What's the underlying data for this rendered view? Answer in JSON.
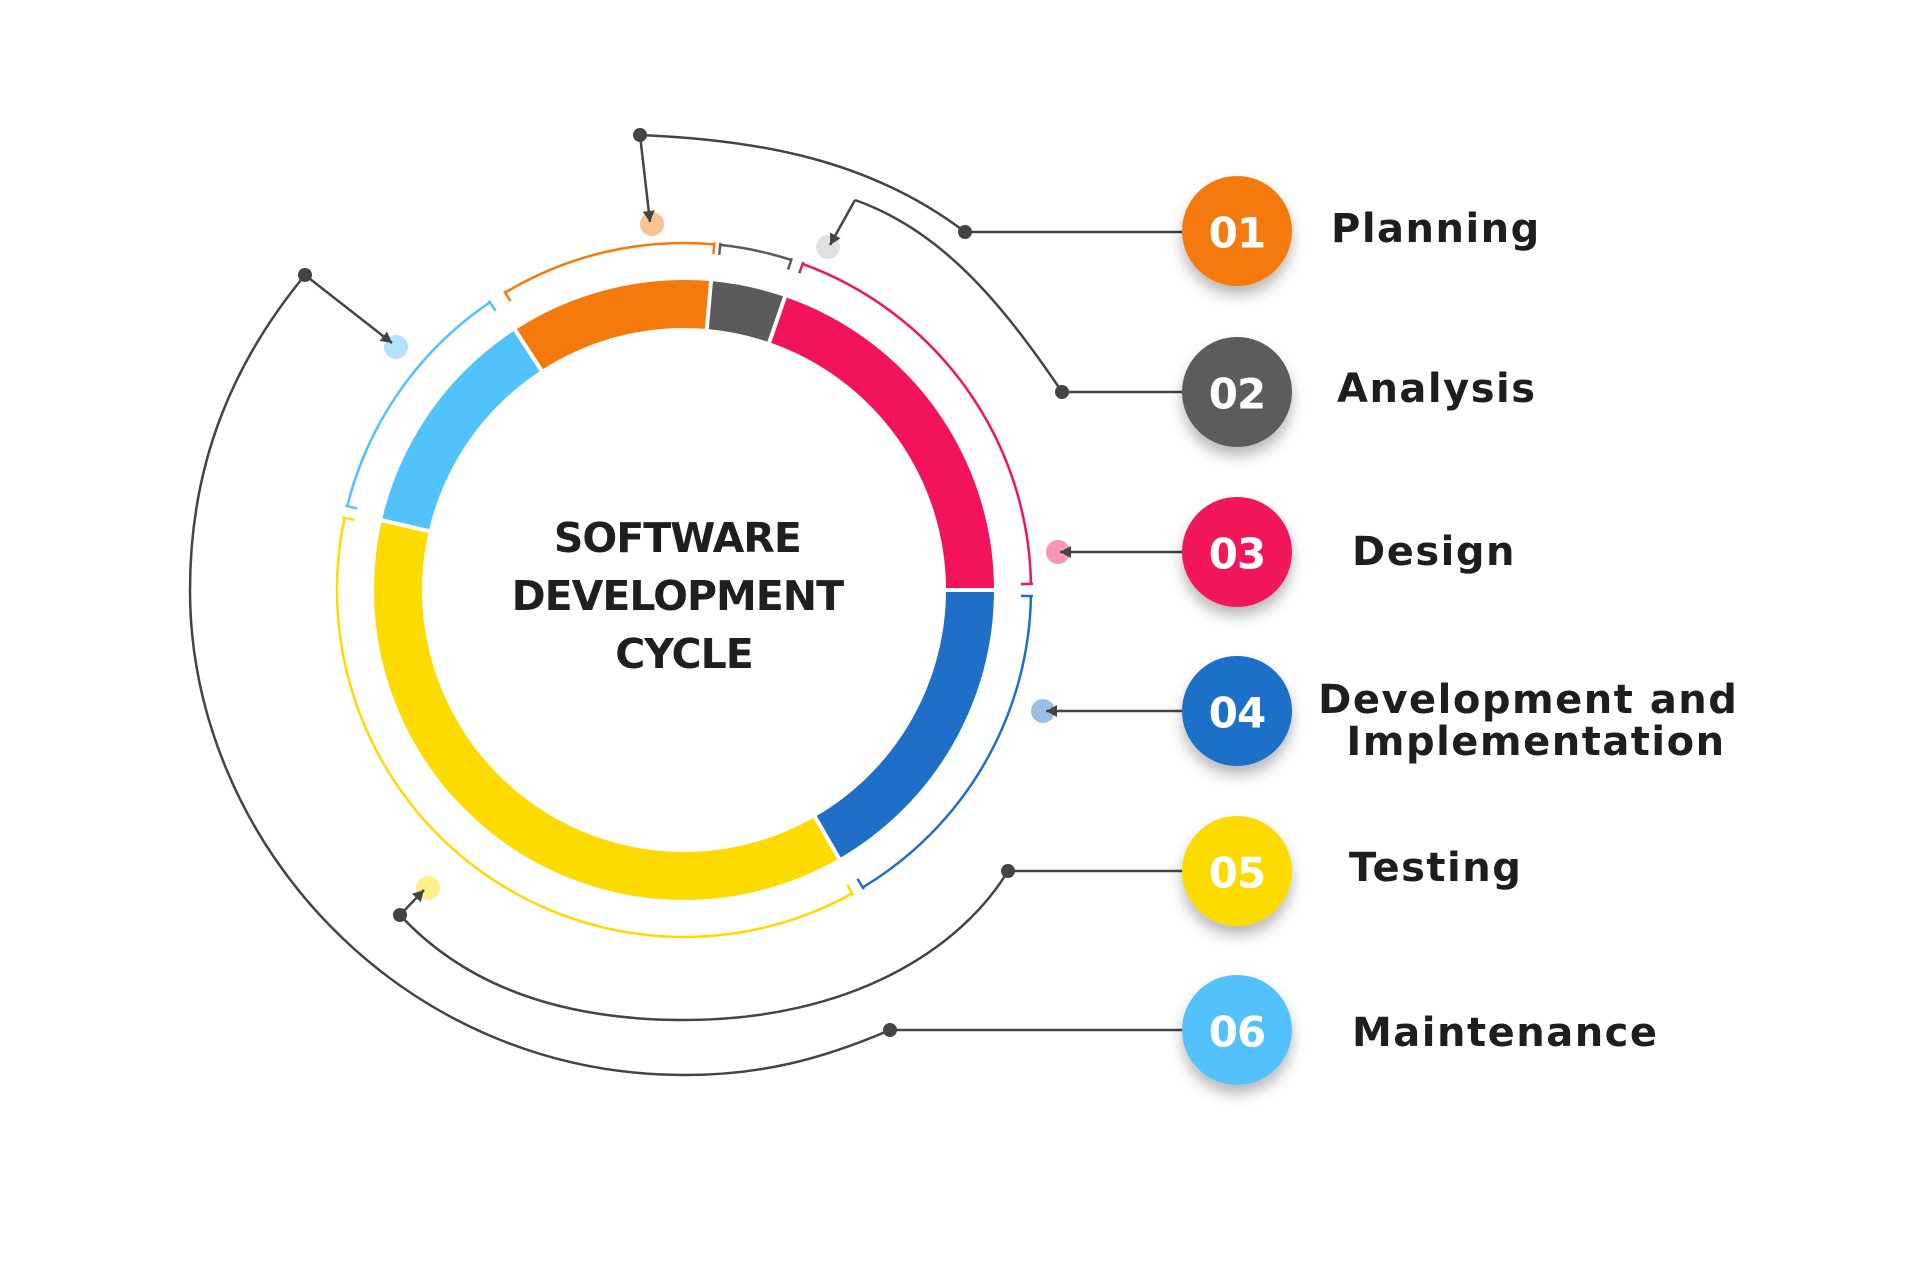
{
  "title_lines": [
    "SOFTWARE",
    "DEVELOPMENT",
    "CYCLE"
  ],
  "steps": [
    {
      "number": "01",
      "label_lines": [
        "Planning"
      ],
      "color": "#f57a0c"
    },
    {
      "number": "02",
      "label_lines": [
        "Analysis"
      ],
      "color": "#5b5b5b"
    },
    {
      "number": "03",
      "label_lines": [
        "Design"
      ],
      "color": "#f2135a"
    },
    {
      "number": "04",
      "label_lines": [
        "Development and",
        "Implementation"
      ],
      "color": "#1f6fc8"
    },
    {
      "number": "05",
      "label_lines": [
        "Testing"
      ],
      "color": "#fddb00"
    },
    {
      "number": "06",
      "label_lines": [
        "Maintenance"
      ],
      "color": "#52c2fc"
    }
  ],
  "connector_color": "#444444"
}
